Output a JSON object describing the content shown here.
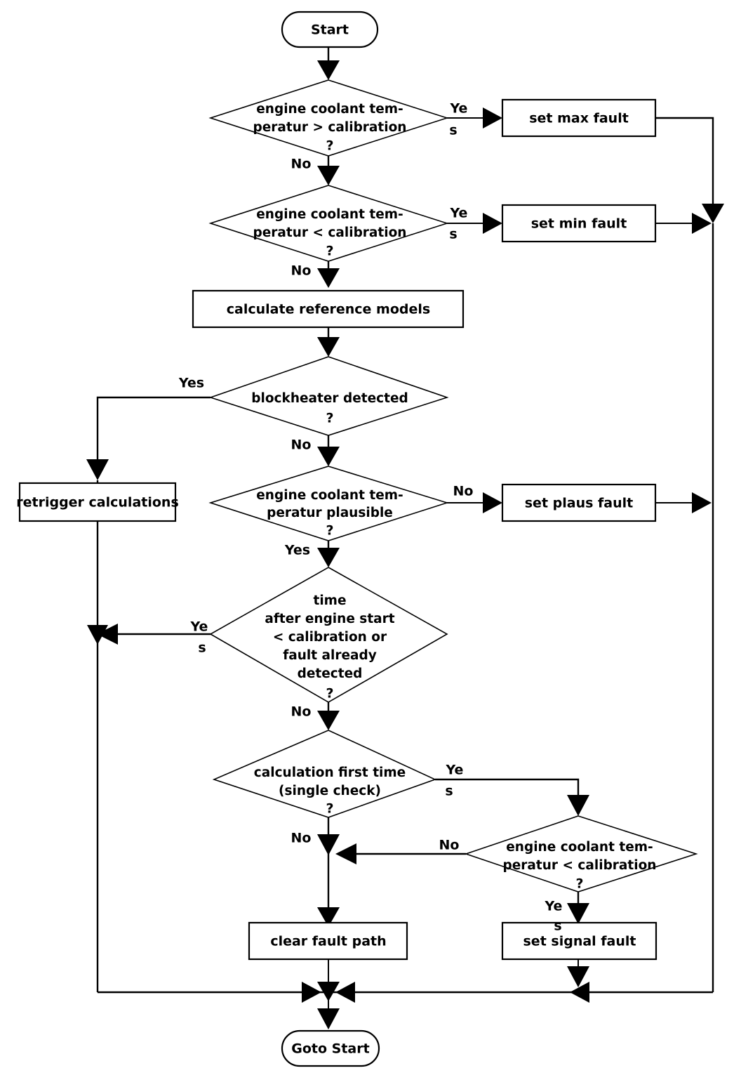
{
  "diagram": {
    "title": "Engine coolant temperature diagnostic flowchart",
    "type": "flowchart",
    "background_color": "#ffffff",
    "line_color": "#000000",
    "nodes": [
      {
        "id": "start",
        "shape": "terminator",
        "label": "Start"
      },
      {
        "id": "dec_max",
        "shape": "decision",
        "line1": "engine coolant tem-",
        "line2": "peratur > calibration",
        "line3": "?"
      },
      {
        "id": "set_max",
        "shape": "process",
        "label": "set max fault"
      },
      {
        "id": "dec_min",
        "shape": "decision",
        "line1": "engine coolant tem-",
        "line2": "peratur < calibration",
        "line3": "?"
      },
      {
        "id": "set_min",
        "shape": "process",
        "label": "set min fault"
      },
      {
        "id": "calc_ref",
        "shape": "process",
        "label": "calculate reference models"
      },
      {
        "id": "dec_block",
        "shape": "decision",
        "line1": "blockheater detected",
        "line2": "?"
      },
      {
        "id": "retrigger",
        "shape": "process",
        "label": "retrigger calculations"
      },
      {
        "id": "dec_plaus",
        "shape": "decision",
        "line1": "engine coolant tem-",
        "line2": "peratur plausible",
        "line3": "?"
      },
      {
        "id": "set_plaus",
        "shape": "process",
        "label": "set plaus fault"
      },
      {
        "id": "dec_time",
        "shape": "decision",
        "line1": "time",
        "line2": "after engine start",
        "line3": "< calibration or",
        "line4": "fault already",
        "line5": "detected",
        "line6": "?"
      },
      {
        "id": "dec_first",
        "shape": "decision",
        "line1": "calculation first time",
        "line2": "(single check)",
        "line3": "?"
      },
      {
        "id": "dec_cal2",
        "shape": "decision",
        "line1": "engine coolant tem-",
        "line2": "peratur < calibration",
        "line3": "?"
      },
      {
        "id": "clear_fault",
        "shape": "process",
        "label": "clear fault path"
      },
      {
        "id": "set_signal",
        "shape": "process",
        "label": "set signal fault"
      },
      {
        "id": "goto_start",
        "shape": "terminator",
        "label": "Goto Start"
      }
    ],
    "edge_labels": {
      "dec_max_yes": {
        "l1": "Ye",
        "l2": "s"
      },
      "dec_max_no": "No",
      "dec_min_yes": {
        "l1": "Ye",
        "l2": "s"
      },
      "dec_min_no": "No",
      "dec_block_yes": "Yes",
      "dec_block_no": "No",
      "dec_plaus_no": "No",
      "dec_plaus_yes": "Yes",
      "dec_time_yes": {
        "l1": "Ye",
        "l2": "s"
      },
      "dec_time_no": "No",
      "dec_first_yes": {
        "l1": "Ye",
        "l2": "s"
      },
      "dec_first_no": "No",
      "dec_cal2_no": "No",
      "dec_cal2_yes": {
        "l1": "Ye",
        "l2": "s"
      }
    }
  }
}
